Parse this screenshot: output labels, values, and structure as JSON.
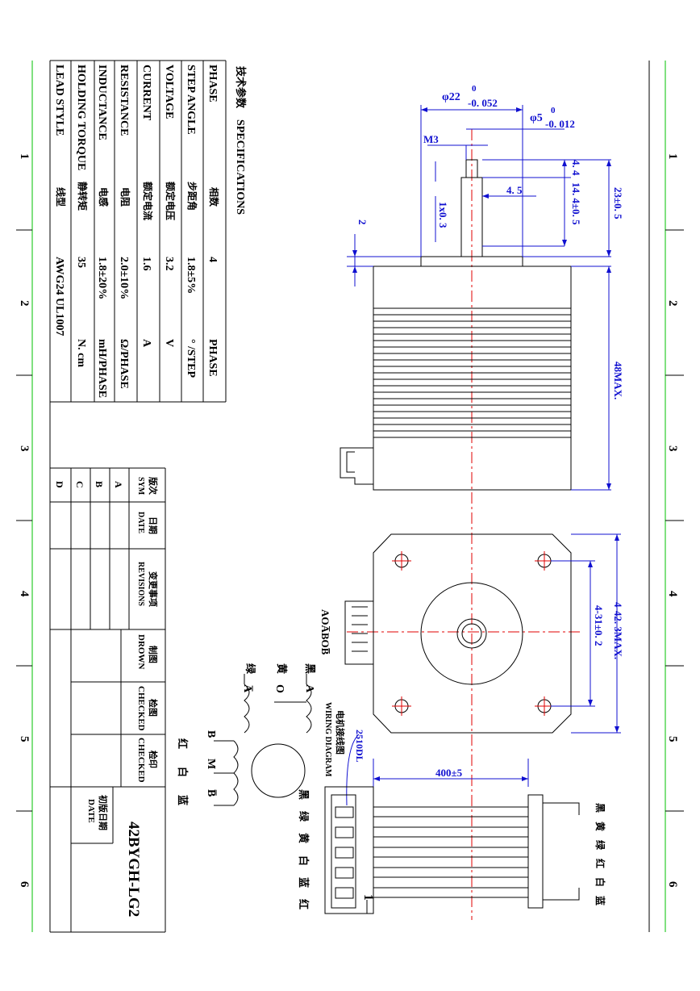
{
  "title_cn": "技术参数",
  "title_en": "SPECIFICATIONS",
  "specs": [
    {
      "en": "PHASE",
      "cn": "相数",
      "value": "4",
      "unit": "PHASE"
    },
    {
      "en": "STEP ANGLE",
      "cn": "步距角",
      "value": "1.8±5%",
      "unit": "° /STEP"
    },
    {
      "en": "VOLTAGE",
      "cn": "额定电压",
      "value": "3.2",
      "unit": "V"
    },
    {
      "en": "CURRENT",
      "cn": "额定电流",
      "value": "1.6",
      "unit": "A"
    },
    {
      "en": "RESISTANCE",
      "cn": "电阻",
      "value": "2.0±10%",
      "unit": "Ω/PHASE"
    },
    {
      "en": "INDUCTANCE",
      "cn": "电感",
      "value": "1.8±20%",
      "unit": "mH/PHASE"
    },
    {
      "en": "HOLDING TORQUE",
      "cn": "静转矩",
      "value": "35",
      "unit": "N. cm"
    },
    {
      "en": "LEAD STYLE",
      "cn": "线型",
      "value": "AWG24 UL1007",
      "unit": ""
    }
  ],
  "revision": {
    "col_sym_cn": "版次",
    "col_sym_en": "SYM",
    "col_date_cn": "日期",
    "col_date_en": "DATE",
    "col_rev_cn": "变更事项",
    "col_rev_en": "REVISIONS",
    "rows": [
      "A",
      "B",
      "C",
      "D"
    ]
  },
  "signoff": [
    {
      "cn": "制图",
      "en": "DROWN"
    },
    {
      "cn": "检图",
      "en": "CHECKED"
    },
    {
      "cn": "检印",
      "en": "CHECKED"
    }
  ],
  "first_date_cn": "初版日期",
  "first_date_en": "DATE",
  "model": "42BYGH-LG2",
  "ruler_numbers": [
    "1",
    "2",
    "3",
    "4",
    "5",
    "6"
  ],
  "dims": {
    "shaft_dia": "φ22",
    "shaft_dia_tol_up": "0",
    "shaft_dia_tol_low": "-0. 052",
    "shaft_small_dia": "φ5",
    "shaft_small_tol_up": "0",
    "shaft_small_tol_low": "-0. 012",
    "thread": "M3",
    "flat_depth": "4. 5",
    "chamfer": "1x0. 3",
    "d_4_4": "4. 4",
    "d_14_4": "14. 4±0. 5",
    "d_23": "23±0. 5",
    "d_2": "2",
    "d_48": "48MAX.",
    "hole_spacing": "4-31±0. 2",
    "body_square": "4-42. 3MAX.",
    "lead_length": "400±5",
    "connector": "2510DL"
  },
  "wiring": {
    "title_cn": "电机接线图",
    "title_en": "WIRING DIAGRAM",
    "phase_labels": [
      "A",
      "O",
      "A̅",
      "B",
      "M",
      "B̅"
    ],
    "colors_left": [
      "黑",
      "黄",
      "绿"
    ],
    "colors_right": [
      "红",
      "白",
      "蓝"
    ],
    "connector_order_label": "AOA̅BOB̅",
    "connector_colors": [
      "黑",
      "绿",
      "黄",
      "白",
      "蓝",
      "红"
    ],
    "wire_colors_end": [
      "黑",
      "黄",
      "绿",
      "红",
      "白",
      "蓝"
    ],
    "pin_one": "1"
  },
  "colors": {
    "line": "#000000",
    "dimension": "#1010d0",
    "center": "#e00000",
    "frame": "#00c000"
  }
}
